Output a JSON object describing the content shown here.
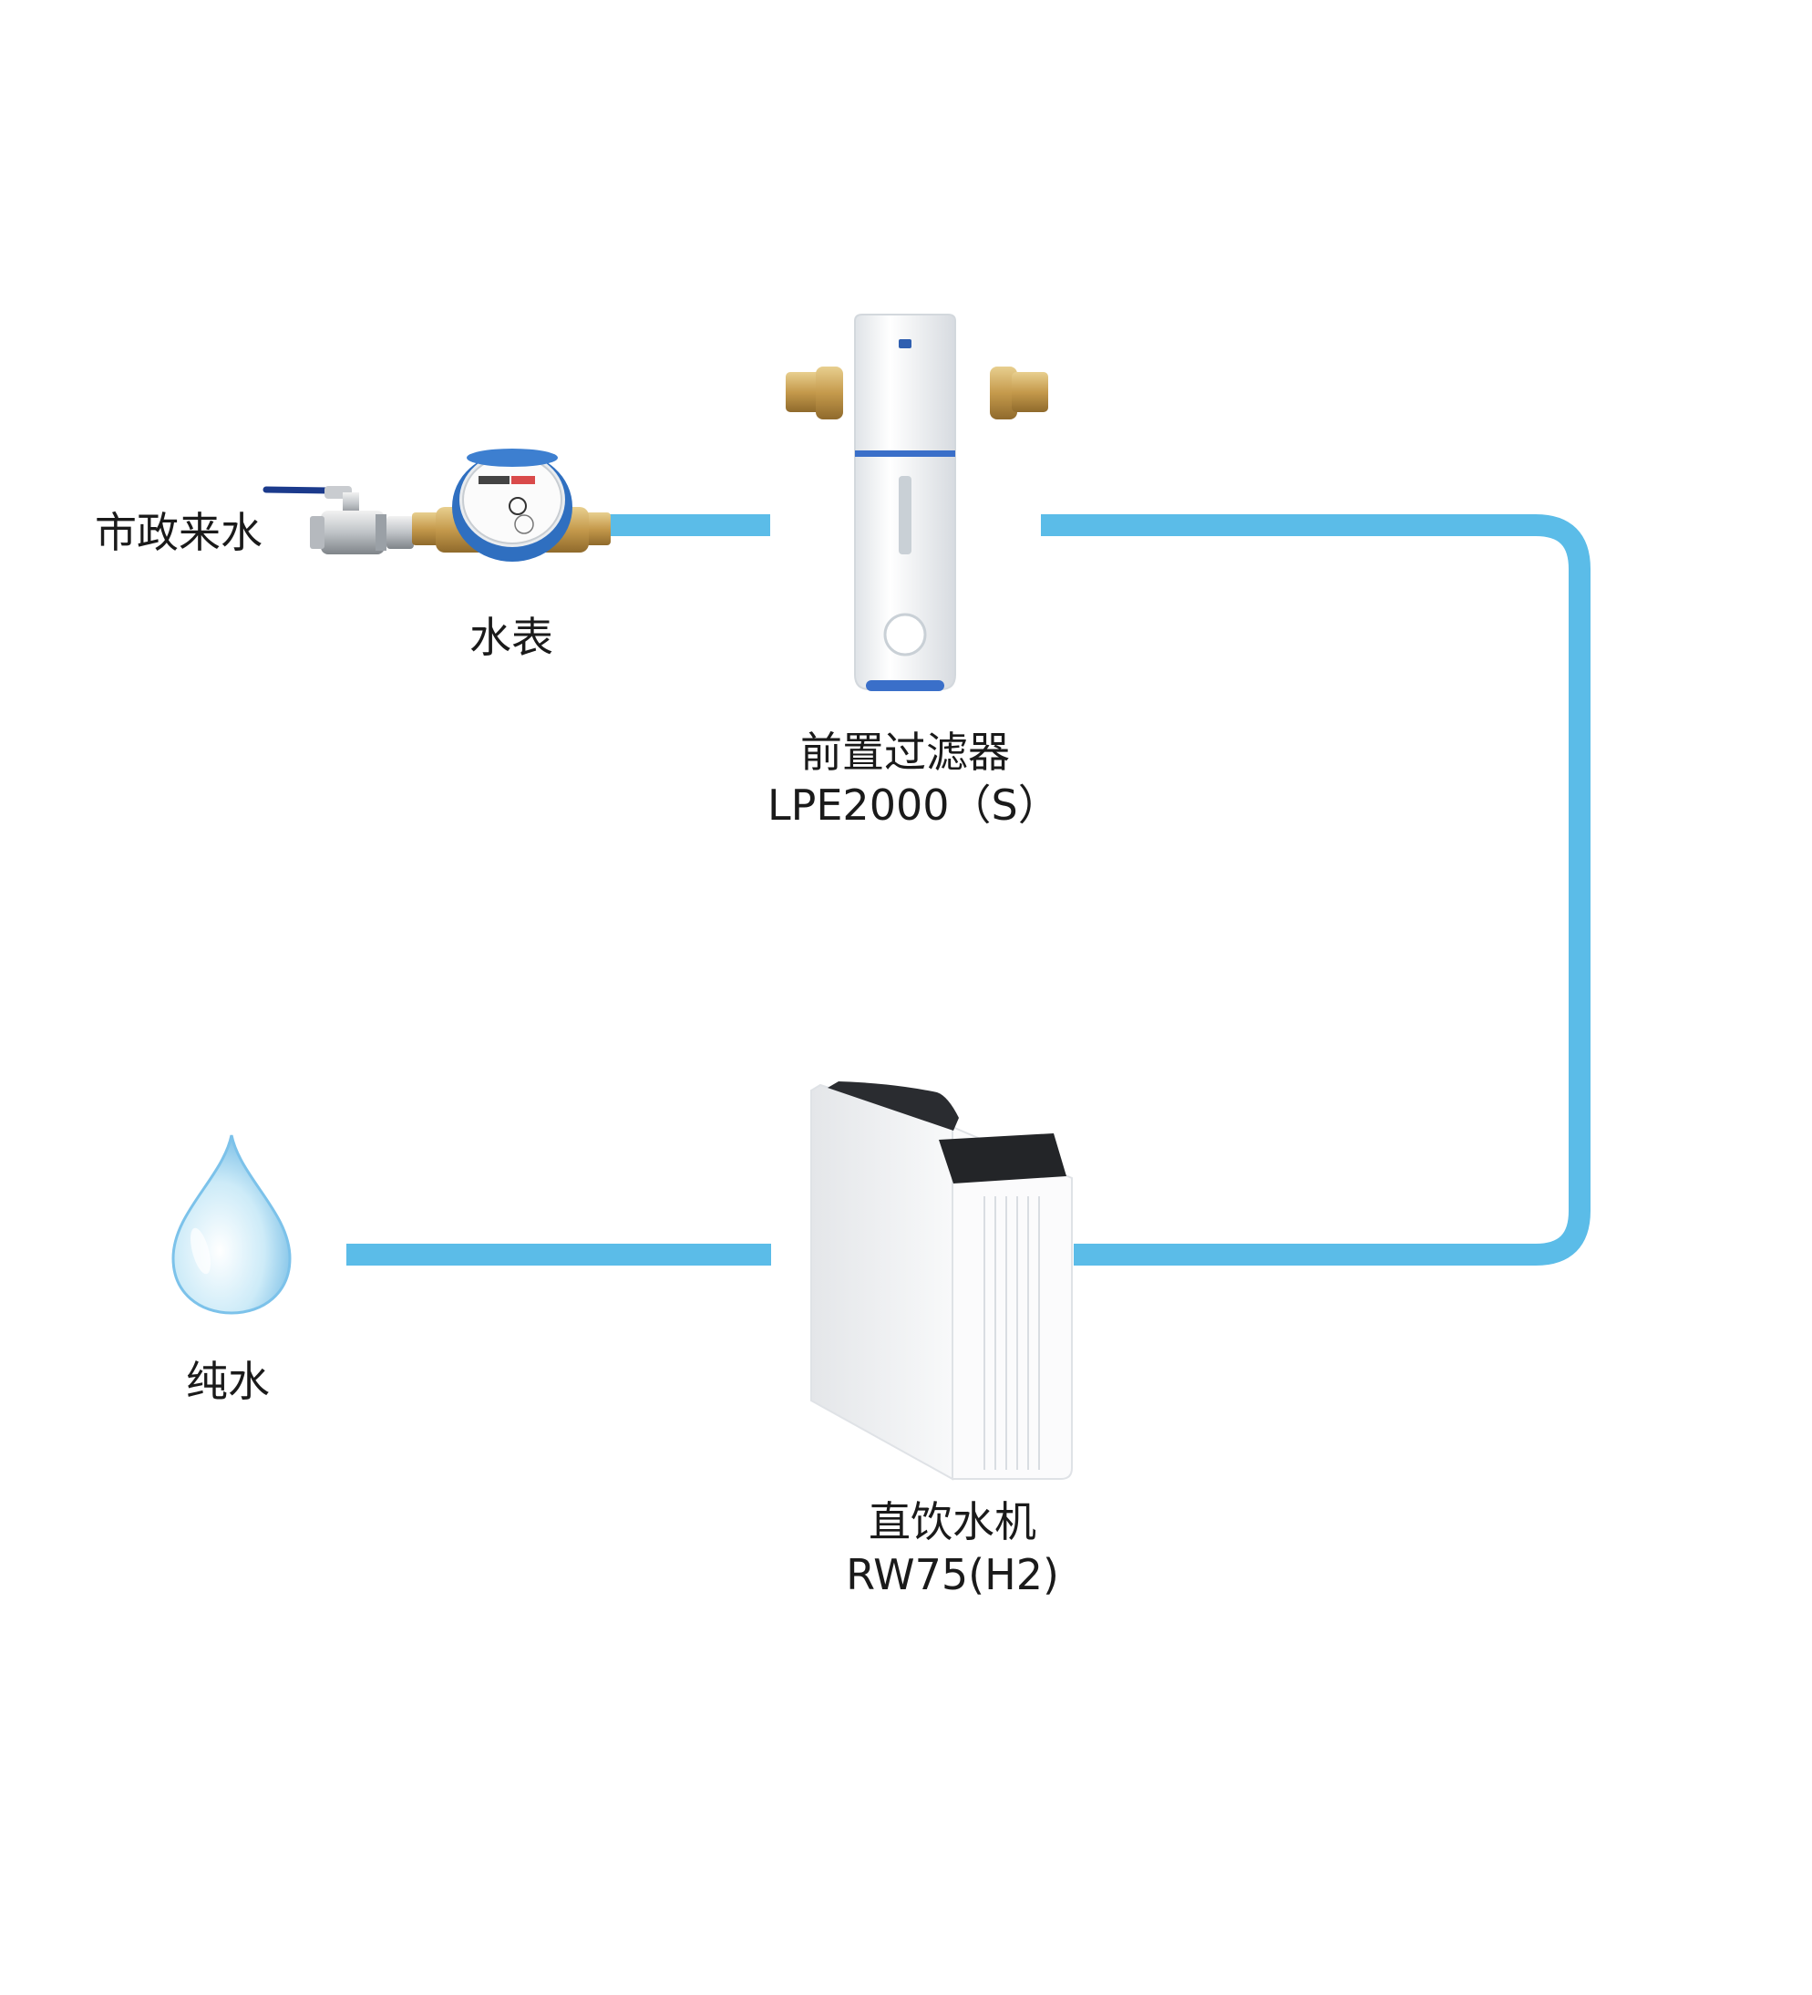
{
  "colors": {
    "pipe": "#5bbce8",
    "brass": "#c9a35a",
    "meter_blue": "#2f6fc0",
    "filter_body": "#f4f6f8",
    "filter_band": "#3a6fc9",
    "machine_body": "#f6f7f8",
    "machine_top": "#2a2c30",
    "drop_light": "#e6f5fc",
    "drop_dark": "#6fb9e4"
  },
  "nodes": {
    "source": {
      "label": "市政来水",
      "icon": "ball-valve-icon"
    },
    "meter": {
      "label": "水表",
      "icon": "water-meter-icon"
    },
    "prefilter": {
      "label": "前置过滤器",
      "model": "LPE2000（S）",
      "icon": "prefilter-icon"
    },
    "purifier": {
      "label": "直饮水机",
      "model": "RW75(H2)",
      "icon": "ro-purifier-icon"
    },
    "output": {
      "label": "纯水",
      "icon": "water-drop-icon"
    }
  }
}
